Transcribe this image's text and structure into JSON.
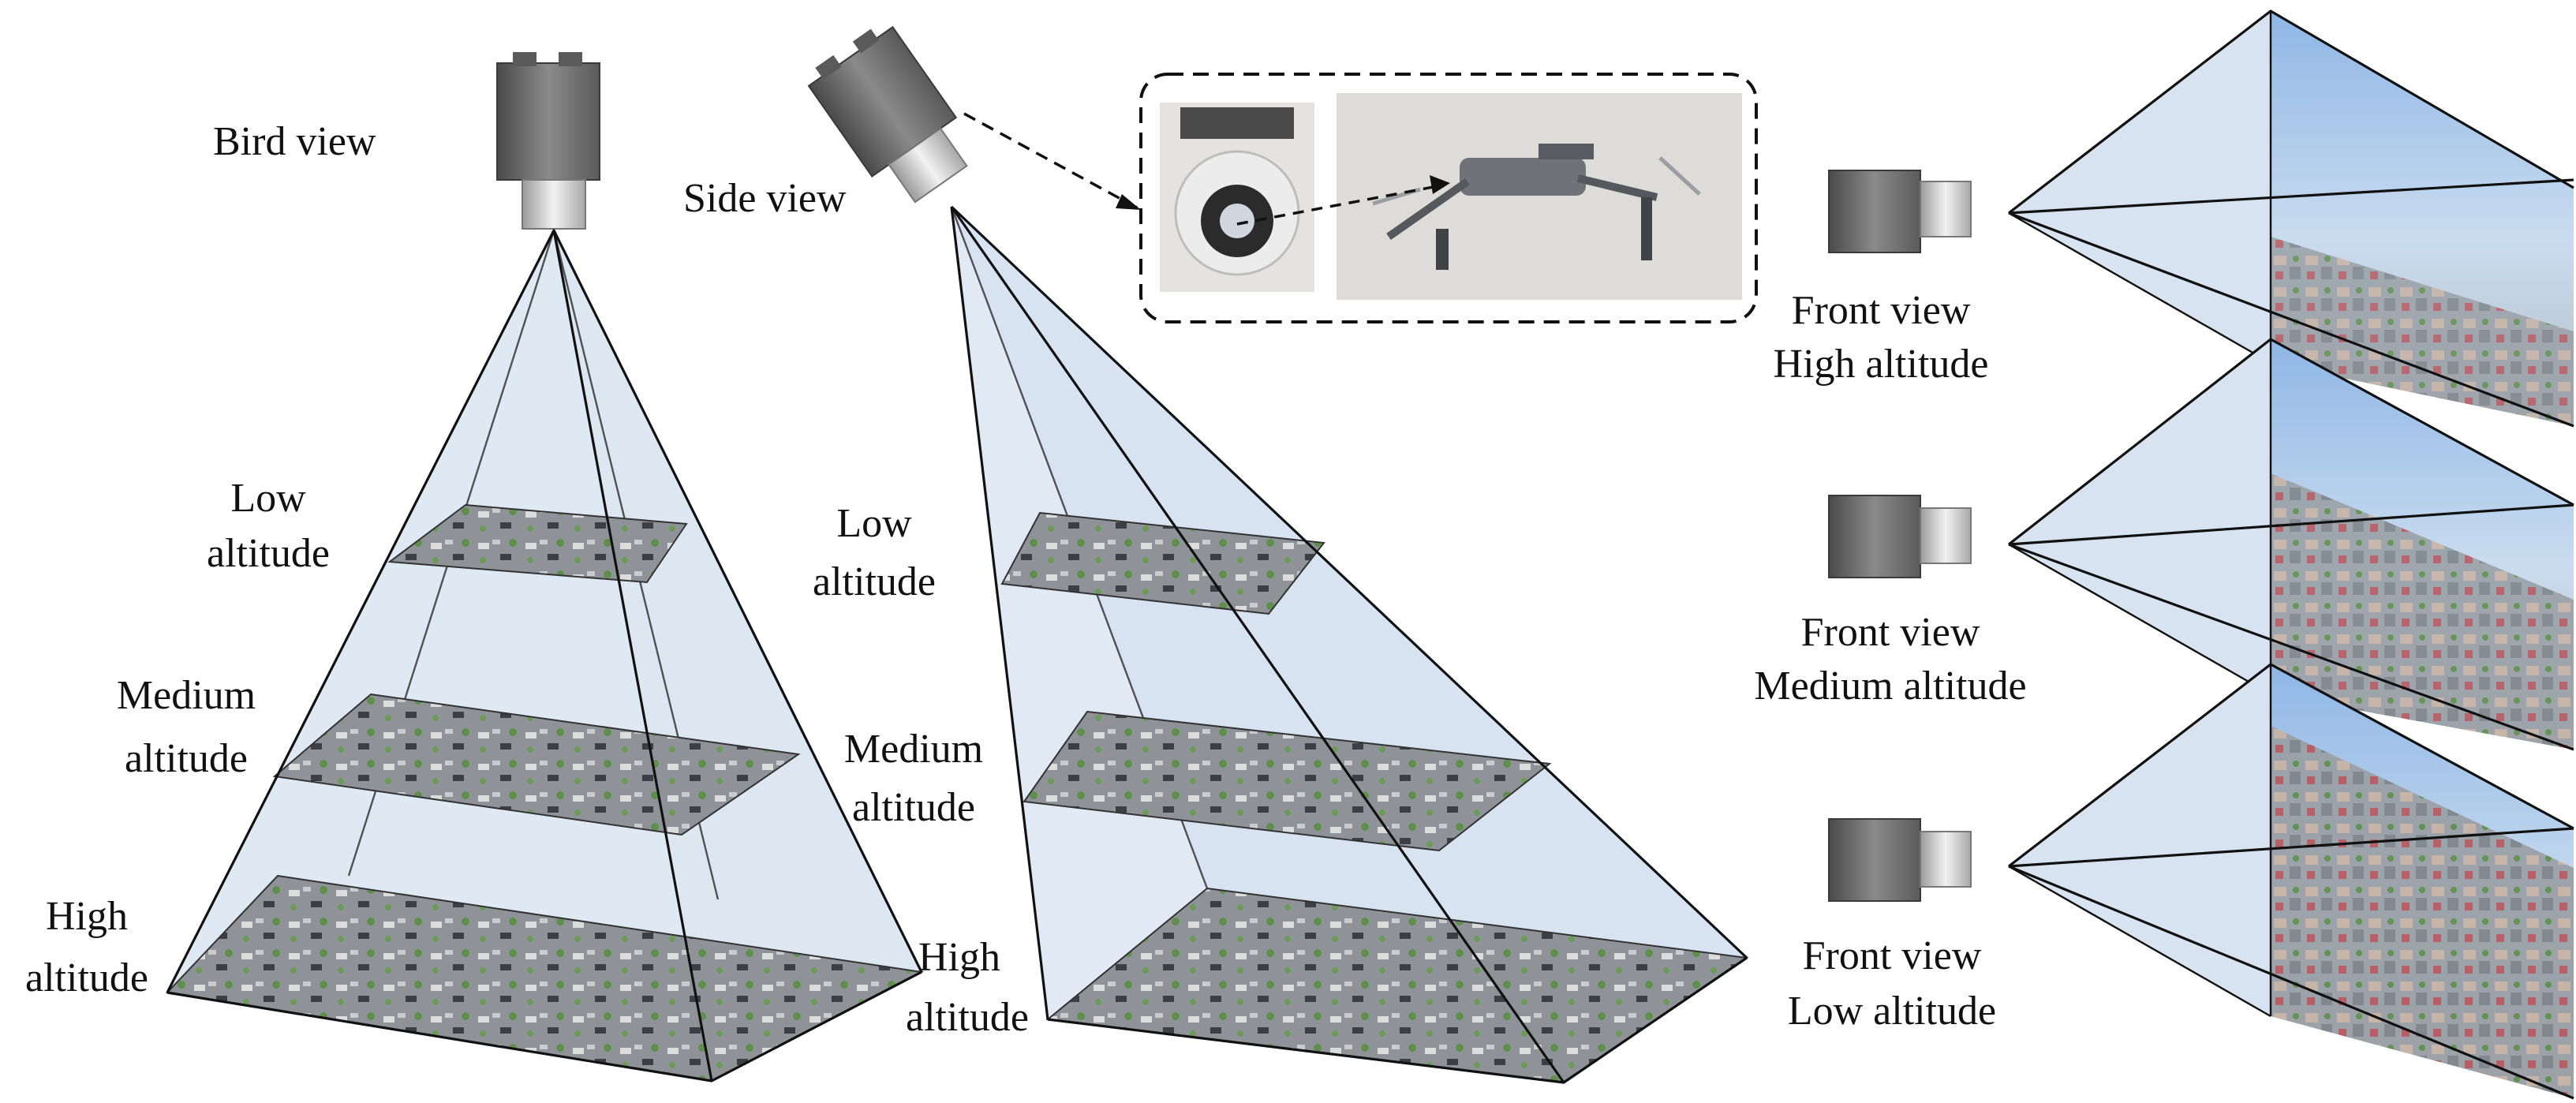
{
  "labels": {
    "bird_view": "Bird view",
    "side_view": "Side view",
    "bird": {
      "low": [
        "Low",
        "altitude"
      ],
      "medium": [
        "Medium",
        "altitude"
      ],
      "high": [
        "High",
        "altitude"
      ]
    },
    "side": {
      "low": [
        "Low",
        "altitude"
      ],
      "medium": [
        "Medium",
        "altitude"
      ],
      "high": [
        "High",
        "altitude"
      ]
    },
    "front": {
      "high": [
        "Front view",
        "High altitude"
      ],
      "medium": [
        "Front view",
        "Medium altitude"
      ],
      "low": [
        "Front view",
        "Low altitude"
      ]
    }
  },
  "icons": {
    "camera_body": "gimbal-camera-icon",
    "drone": "drone-icon",
    "gimbal_closeup": "gimbal-closeup-icon"
  },
  "colors": {
    "frustum_fill": "#d7e3f1",
    "frustum_edge": "#111111",
    "camera_dark": "#6b6b6b",
    "camera_lens": "#d9d9d9",
    "aerial_asphalt": "#8c9094",
    "aerial_tree": "#5f8f4e",
    "sky": "#a9c8ea"
  }
}
